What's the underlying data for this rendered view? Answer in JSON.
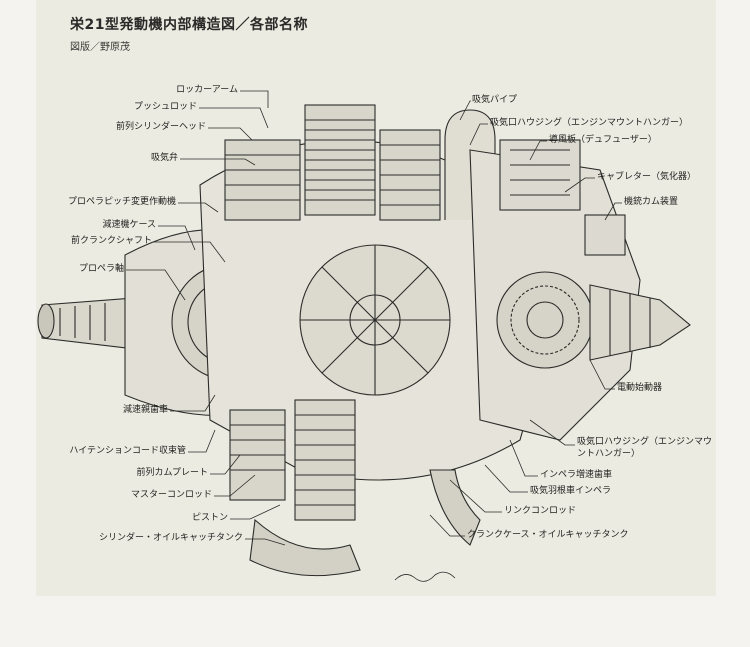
{
  "title": "栄21型発動機内部構造図／各部名称",
  "credit": "図版／野原茂",
  "labels": {
    "rocker_arm": "ロッカーアーム",
    "push_rod": "プッシュロッド",
    "front_cyl_head": "前列シリンダーヘッド",
    "intake_valve": "吸気弁",
    "prop_pitch": "プロペラピッチ変更作動機",
    "reduction_case": "減速機ケース",
    "front_crankshaft": "前クランクシャフト",
    "prop_shaft": "プロペラ軸",
    "reduction_gear": "減速親歯車",
    "ht_cord": "ハイテンションコード収束管",
    "front_cam": "前列カムプレート",
    "master_rod": "マスターコンロッド",
    "piston": "ピストン",
    "cyl_oil_tank": "シリンダー・オイルキャッチタンク",
    "intake_pipe": "吸気パイプ",
    "intake_housing_top": "吸気口ハウジング（エンジンマウントハンガー）",
    "diffuser": "導風板（デュフューザー）",
    "carburetor": "キャブレター（気化器）",
    "gun_cam": "機銃カム装置",
    "starter": "電動始動器",
    "intake_housing_bottom_1": "吸気口ハウジング（エンジンマウ",
    "intake_housing_bottom_2": "ントハンガー）",
    "impeller_gear": "インペラ増速歯車",
    "impeller": "吸気羽根車インペラ",
    "link_rod": "リンクコンロッド",
    "crank_oil_tank": "クランクケース・オイルキャッチタンク"
  }
}
